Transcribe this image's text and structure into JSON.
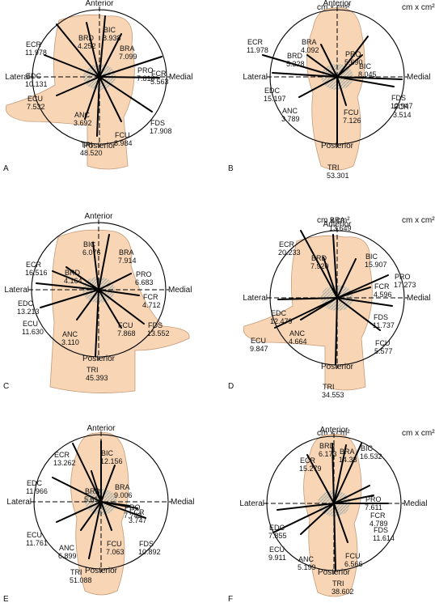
{
  "unit_label": "cm x cm²",
  "directions": {
    "anterior": "Anterior",
    "posterior": "Posterior",
    "lateral": "Lateral",
    "medial": "Medial"
  },
  "colors": {
    "hand": "#f7d5b5",
    "hand_edge": "#c49a78",
    "hatch": "#9a9a9a",
    "line": "#000000"
  },
  "panels": [
    {
      "id": "A",
      "letter": "A",
      "hand": "wide-thumb-left",
      "muscles": [
        {
          "name": "ECR",
          "value": "11.978"
        },
        {
          "name": "BRD",
          "value": "4.252"
        },
        {
          "name": "BIC",
          "value": "8.938"
        },
        {
          "name": "BRA",
          "value": "7.099"
        },
        {
          "name": "EDC",
          "value": "10.131"
        },
        {
          "name": "PRO",
          "value": "7.810"
        },
        {
          "name": "FCR",
          "value": "5.563"
        },
        {
          "name": "ECU",
          "value": "7.532"
        },
        {
          "name": "FDS",
          "value": "17.908"
        },
        {
          "name": "FCU",
          "value": "8.984"
        },
        {
          "name": "ANC",
          "value": "3.692"
        },
        {
          "name": "TRI",
          "value": "48.520"
        }
      ]
    },
    {
      "id": "B",
      "letter": "B",
      "hand": "narrow",
      "muscles": [
        {
          "name": "ECR",
          "value": "11.978"
        },
        {
          "name": "PRO",
          "value": "5.690"
        },
        {
          "name": "BRA",
          "value": "4.092"
        },
        {
          "name": "BRD",
          "value": "5.328"
        },
        {
          "name": "BIC",
          "value": "8.045"
        },
        {
          "name": "EDC",
          "value": "15.197"
        },
        {
          "name": "FDS",
          "value": "12.947"
        },
        {
          "name": "FCR",
          "value": "3.514"
        },
        {
          "name": "ANC",
          "value": "3.789"
        },
        {
          "name": "FCU",
          "value": "7.126"
        },
        {
          "name": "TRI",
          "value": "53.301"
        }
      ]
    },
    {
      "id": "C",
      "letter": "C",
      "hand": "wide-thumb-right",
      "muscles": [
        {
          "name": "BIC",
          "value": "6.076"
        },
        {
          "name": "BRA",
          "value": "7.914"
        },
        {
          "name": "ECR",
          "value": "16.516"
        },
        {
          "name": "BRD",
          "value": "4.164"
        },
        {
          "name": "PRO",
          "value": "6.683"
        },
        {
          "name": "EDC",
          "value": "13.213"
        },
        {
          "name": "FCR",
          "value": "4.712"
        },
        {
          "name": "ECU",
          "value": "11.630"
        },
        {
          "name": "ANC",
          "value": "3.110"
        },
        {
          "name": "FCU",
          "value": "7.868"
        },
        {
          "name": "FDS",
          "value": "13.552"
        },
        {
          "name": "TRI",
          "value": "45.393"
        }
      ]
    },
    {
      "id": "D",
      "letter": "D",
      "hand": "wide-thumb-left",
      "muscles": [
        {
          "name": "BRA",
          "value": "13.649"
        },
        {
          "name": "ECR",
          "value": "20.233"
        },
        {
          "name": "BRD",
          "value": "7.920"
        },
        {
          "name": "BIC",
          "value": "15.907"
        },
        {
          "name": "PRO",
          "value": "17.273"
        },
        {
          "name": "FCR",
          "value": "4.596"
        },
        {
          "name": "EDC",
          "value": "12.479"
        },
        {
          "name": "FDS",
          "value": "11.737"
        },
        {
          "name": "ECU",
          "value": "9.847"
        },
        {
          "name": "ANC",
          "value": "4.664"
        },
        {
          "name": "FCU",
          "value": "5.577"
        },
        {
          "name": "TRI",
          "value": "34.553"
        }
      ]
    },
    {
      "id": "E",
      "letter": "E",
      "hand": "narrow",
      "muscles": [
        {
          "name": "BIC",
          "value": "12.156"
        },
        {
          "name": "ECR",
          "value": "13.262"
        },
        {
          "name": "BRA",
          "value": "9.006"
        },
        {
          "name": "BRD",
          "value": "5.619"
        },
        {
          "name": "EDC",
          "value": "11.966"
        },
        {
          "name": "PRO",
          "value": "7.742"
        },
        {
          "name": "FCR",
          "value": "3.747"
        },
        {
          "name": "ECU",
          "value": "11.761"
        },
        {
          "name": "FDS",
          "value": "10.892"
        },
        {
          "name": "ANC",
          "value": "6.899"
        },
        {
          "name": "FCU",
          "value": "7.063"
        },
        {
          "name": "TRI",
          "value": "51.088"
        }
      ]
    },
    {
      "id": "F",
      "letter": "F",
      "hand": "narrow",
      "muscles": [
        {
          "name": "BRD",
          "value": "6.173"
        },
        {
          "name": "BRA",
          "value": "14.33"
        },
        {
          "name": "BIC",
          "value": "16.532"
        },
        {
          "name": "ECR",
          "value": "15.279"
        },
        {
          "name": "PRO",
          "value": "7.611"
        },
        {
          "name": "FCR",
          "value": "4.789"
        },
        {
          "name": "EDC",
          "value": "7.855"
        },
        {
          "name": "FDS",
          "value": "11.614"
        },
        {
          "name": "ECU",
          "value": "9.911"
        },
        {
          "name": "ANC",
          "value": "5.199"
        },
        {
          "name": "FCU",
          "value": "6.566"
        },
        {
          "name": "TRI",
          "value": "38.602"
        }
      ]
    }
  ]
}
